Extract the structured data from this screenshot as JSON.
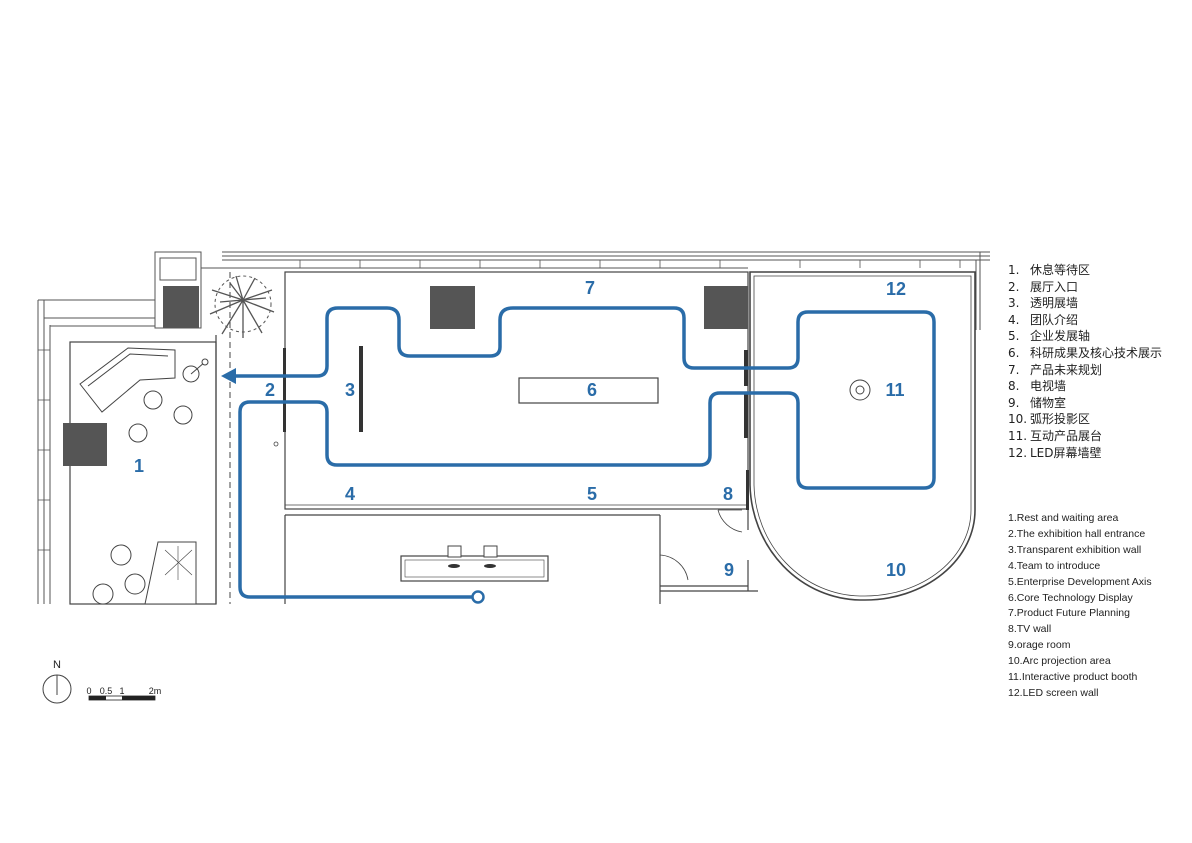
{
  "colors": {
    "route": "#2a6ca8",
    "wall": "#444444",
    "furniture": "#555555",
    "text": "#222222"
  },
  "zone_numbers": [
    "1",
    "2",
    "3",
    "4",
    "5",
    "6",
    "7",
    "8",
    "9",
    "10",
    "11",
    "12"
  ],
  "legend_zh": [
    {
      "num": "1.",
      "text": "休息等待区"
    },
    {
      "num": "2.",
      "text": "展厅入口"
    },
    {
      "num": "3.",
      "text": "透明展墙"
    },
    {
      "num": "4.",
      "text": "团队介绍"
    },
    {
      "num": "5.",
      "text": "企业发展轴"
    },
    {
      "num": "6.",
      "text": "科研成果及核心技术展示"
    },
    {
      "num": "7.",
      "text": "产品未来规划"
    },
    {
      "num": "8.",
      "text": "电视墙"
    },
    {
      "num": "9.",
      "text": "储物室"
    },
    {
      "num": "10.",
      "text": "弧形投影区"
    },
    {
      "num": "11.",
      "text": "互动产品展台"
    },
    {
      "num": "12.",
      "text": "LED屏幕墙壁"
    }
  ],
  "legend_en": [
    "1.Rest and waiting area",
    "2.The exhibition hall entrance",
    "3.Transparent exhibition wall",
    "4.Team to introduce",
    "5.Enterprise Development Axis",
    "6.Core Technology Display",
    "7.Product Future Planning",
    "8.TV wall",
    "9.orage room",
    "10.Arc projection area",
    "11.Interactive product booth",
    "12.LED screen wall"
  ],
  "north_label": "N",
  "scale_labels": [
    "0",
    "0.5",
    "1",
    "2m"
  ]
}
